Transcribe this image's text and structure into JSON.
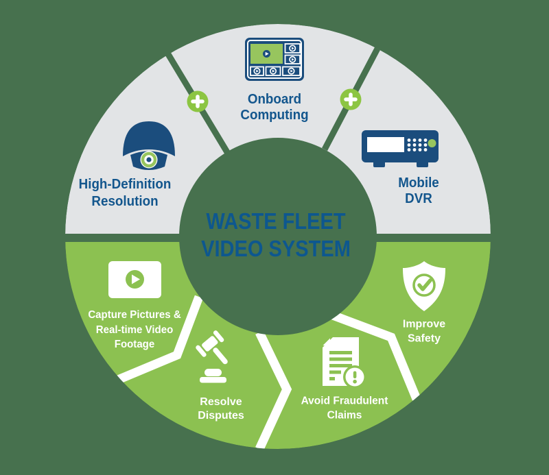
{
  "diagram": {
    "center_label": "WASTE FLEET\nVIDEO SYSTEM",
    "segments": [
      {
        "id": "high-definition-resolution",
        "label": "High-Definition\nResolution",
        "icon": "dome-camera-icon",
        "group": "gray"
      },
      {
        "id": "onboard-computing",
        "label": "Onboard\nComputing",
        "icon": "monitor-playback-grid-icon",
        "group": "gray"
      },
      {
        "id": "mobile-dvr",
        "label": "Mobile\nDVR",
        "icon": "mobile-dvr-icon",
        "group": "gray"
      },
      {
        "id": "capture-pictures",
        "label": "Capture Pictures &\nReal-time Video\nFootage",
        "icon": "video-play-icon",
        "group": "green"
      },
      {
        "id": "resolve-disputes",
        "label": "Resolve\nDisputes",
        "icon": "gavel-icon",
        "group": "green"
      },
      {
        "id": "avoid-fraudulent-claims",
        "label": "Avoid Fraudulent\nClaims",
        "icon": "document-alert-icon",
        "group": "green"
      },
      {
        "id": "improve-safety",
        "label": "Improve\nSafety",
        "icon": "shield-check-icon",
        "group": "green"
      }
    ],
    "plus_badges": [
      {
        "symbol": "+"
      },
      {
        "symbol": "+"
      }
    ],
    "colors": {
      "page_background": "#47714e",
      "gray_segment": "#e2e4e6",
      "green_segment": "#8cc151",
      "lime_accent": "#8cc542",
      "icon_navy": "#1b4d7d",
      "text_navy": "#13568d",
      "white": "#ffffff"
    }
  }
}
